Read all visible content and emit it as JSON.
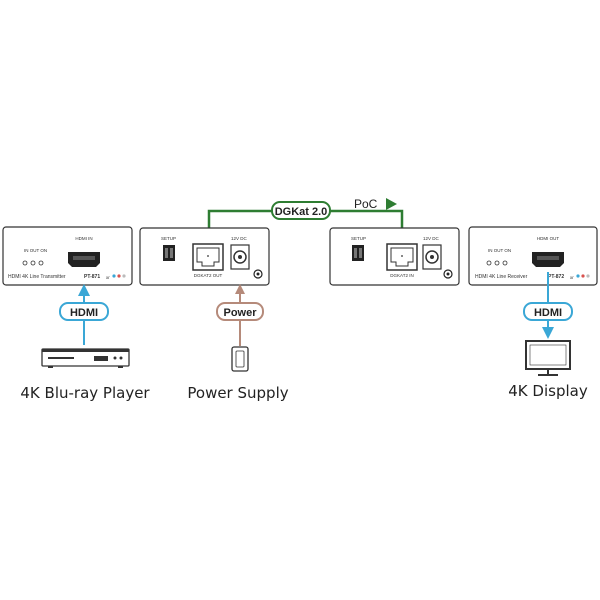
{
  "devices": {
    "transmitter": {
      "hdmi_port_label": "HDMI IN",
      "led_label": "IN OUT ON",
      "name": "HDMI 4K Line Transmitter",
      "model": "PT-871",
      "model_suffix": "xr"
    },
    "tx_rear": {
      "setup_label": "SETUP",
      "dc_label": "12V DC",
      "rj45_label": "DGKAT2 OUT"
    },
    "rx_rear": {
      "setup_label": "SETUP",
      "dc_label": "12V DC",
      "rj45_label": "DGKAT2 IN"
    },
    "receiver": {
      "hdmi_port_label": "HDMI OUT",
      "led_label": "IN OUT ON",
      "name": "HDMI 4K Line Receiver",
      "model": "PT-872",
      "model_suffix": "xr"
    }
  },
  "connections": {
    "source_cable": "HDMI",
    "power_cable": "Power",
    "display_cable": "HDMI",
    "link_cable": "DGKat 2.0",
    "poc_label": "PoC"
  },
  "captions": {
    "source": "4K Blu-ray Player",
    "power": "Power Supply",
    "display": "4K Display"
  },
  "colors": {
    "hdmi_cable": "#3aa7d6",
    "power_cable": "#b58a7a",
    "link_cable": "#2e7d32",
    "device_outline": "#333333"
  },
  "icons": {
    "source": "blu-ray-player-icon",
    "power": "power-supply-icon",
    "display": "monitor-icon"
  }
}
